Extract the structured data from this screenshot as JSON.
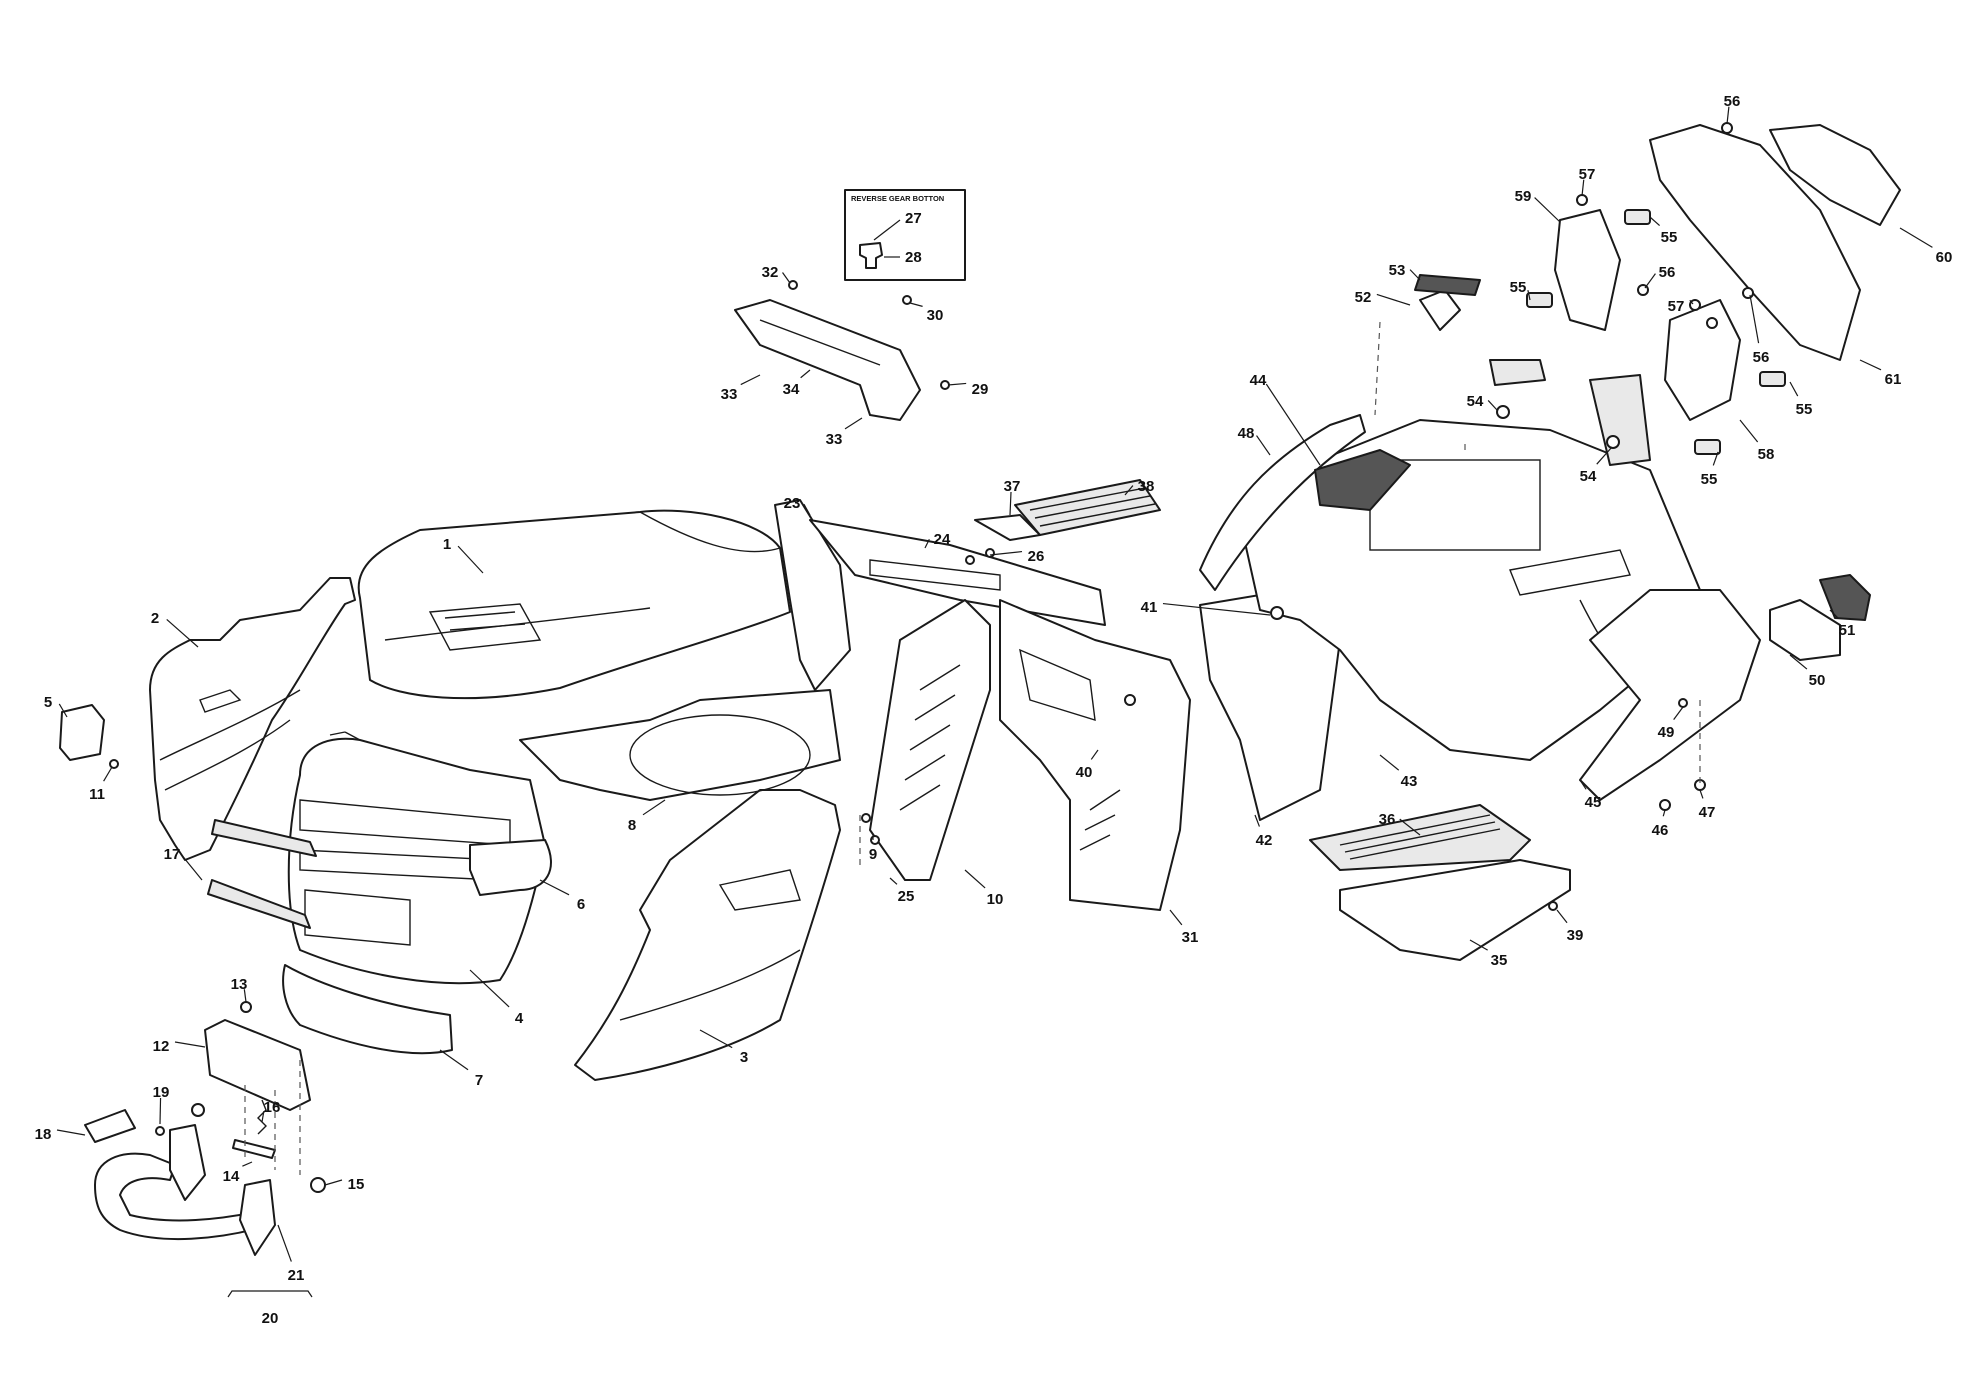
{
  "inset": {
    "title": "REVERSE GEAR BOTTON",
    "labels": [
      "27",
      "28"
    ]
  },
  "callouts": [
    {
      "id": "1"
    },
    {
      "id": "2"
    },
    {
      "id": "3"
    },
    {
      "id": "4"
    },
    {
      "id": "5"
    },
    {
      "id": "6"
    },
    {
      "id": "7"
    },
    {
      "id": "8"
    },
    {
      "id": "9"
    },
    {
      "id": "10"
    },
    {
      "id": "11"
    },
    {
      "id": "12"
    },
    {
      "id": "13"
    },
    {
      "id": "14"
    },
    {
      "id": "15"
    },
    {
      "id": "16"
    },
    {
      "id": "17"
    },
    {
      "id": "18"
    },
    {
      "id": "19"
    },
    {
      "id": "20"
    },
    {
      "id": "21"
    },
    {
      "id": "23"
    },
    {
      "id": "24"
    },
    {
      "id": "25"
    },
    {
      "id": "26"
    },
    {
      "id": "29"
    },
    {
      "id": "30"
    },
    {
      "id": "31"
    },
    {
      "id": "32"
    },
    {
      "id": "33"
    },
    {
      "id": "33"
    },
    {
      "id": "34"
    },
    {
      "id": "35"
    },
    {
      "id": "36"
    },
    {
      "id": "37"
    },
    {
      "id": "38"
    },
    {
      "id": "39"
    },
    {
      "id": "40"
    },
    {
      "id": "41"
    },
    {
      "id": "42"
    },
    {
      "id": "43"
    },
    {
      "id": "44"
    },
    {
      "id": "45"
    },
    {
      "id": "46"
    },
    {
      "id": "47"
    },
    {
      "id": "48"
    },
    {
      "id": "49"
    },
    {
      "id": "50"
    },
    {
      "id": "51"
    },
    {
      "id": "52"
    },
    {
      "id": "53"
    },
    {
      "id": "54"
    },
    {
      "id": "54"
    },
    {
      "id": "55"
    },
    {
      "id": "55"
    },
    {
      "id": "55"
    },
    {
      "id": "55"
    },
    {
      "id": "56"
    },
    {
      "id": "56"
    },
    {
      "id": "56"
    },
    {
      "id": "57"
    },
    {
      "id": "57"
    },
    {
      "id": "58"
    },
    {
      "id": "59"
    },
    {
      "id": "60"
    },
    {
      "id": "61"
    }
  ]
}
